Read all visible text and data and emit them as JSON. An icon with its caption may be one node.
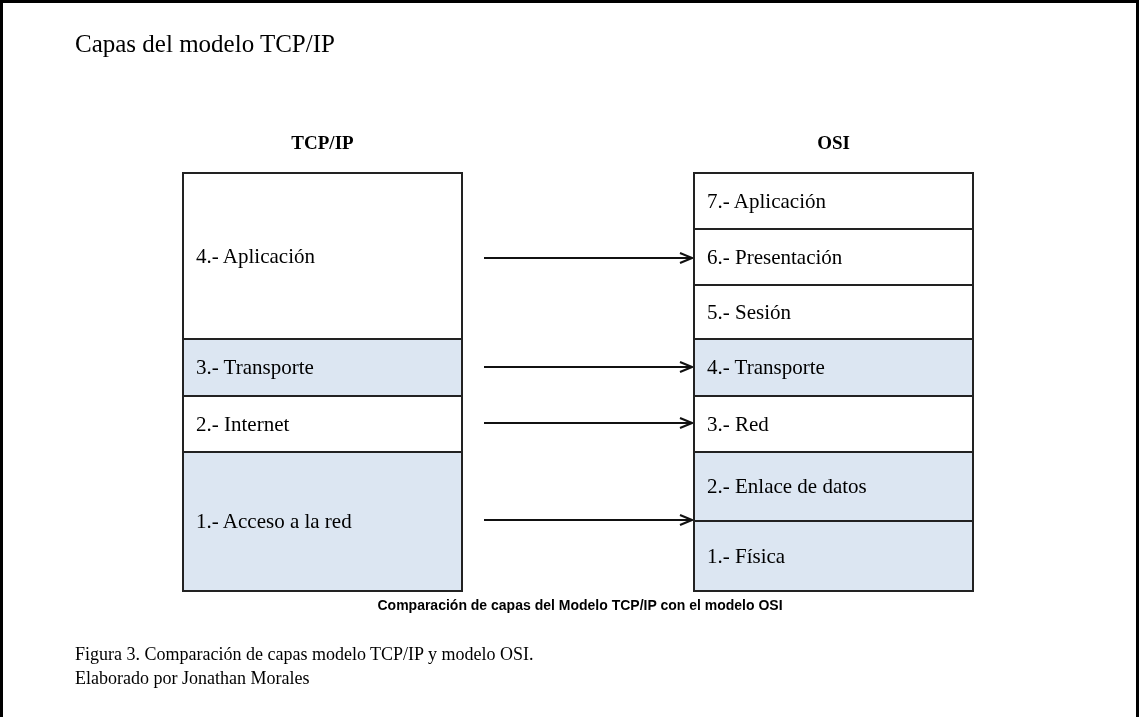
{
  "diagram": {
    "title": "Capas del modelo TCP/IP",
    "caption": "Figura 3. Comparación de capas modelo TCP/IP y modelo OSI.",
    "nodes": [
      {
        "text": [
          "TCP/IP"
        ]
      },
      {
        "text": [
          "4.- Aplicación"
        ],
        "in": 0
      },
      {
        "text": [
          "3.- Transporte"
        ],
        "in": 0
      },
      {
        "text": [
          "2.- Internet"
        ],
        "in": 0
      },
      {
        "text": [
          "1.- Acceso a la red"
        ],
        "in": 0
      },
      {
        "text": [
          "OSI"
        ]
      },
      {
        "text": [
          "7.- Aplicación"
        ],
        "in": 5
      },
      {
        "text": [
          "6.- Presentación"
        ],
        "in": 5
      },
      {
        "text": [
          "5.- Sesión"
        ],
        "in": 5
      },
      {
        "text": [
          "4.- Transporte"
        ],
        "in": 5
      },
      {
        "text": [
          "3.- Red"
        ],
        "in": 5
      },
      {
        "text": [
          "2.- Enlace de datos"
        ],
        "in": 5
      },
      {
        "text": [
          "1.- Física"
        ],
        "in": 5
      }
    ],
    "edges": [
      {
        "from": 1,
        "to": 7,
        "arrow": "to"
      },
      {
        "from": 2,
        "to": 9,
        "arrow": "to"
      },
      {
        "from": 3,
        "to": 10,
        "arrow": "to"
      },
      {
        "from": 4,
        "to": 11,
        "arrow": "to"
      }
    ],
    "labels": [
      "Comparación de capas del Modelo TCP/IP con el modelo OSI",
      "Elaborado por Jonathan Morales"
    ]
  }
}
